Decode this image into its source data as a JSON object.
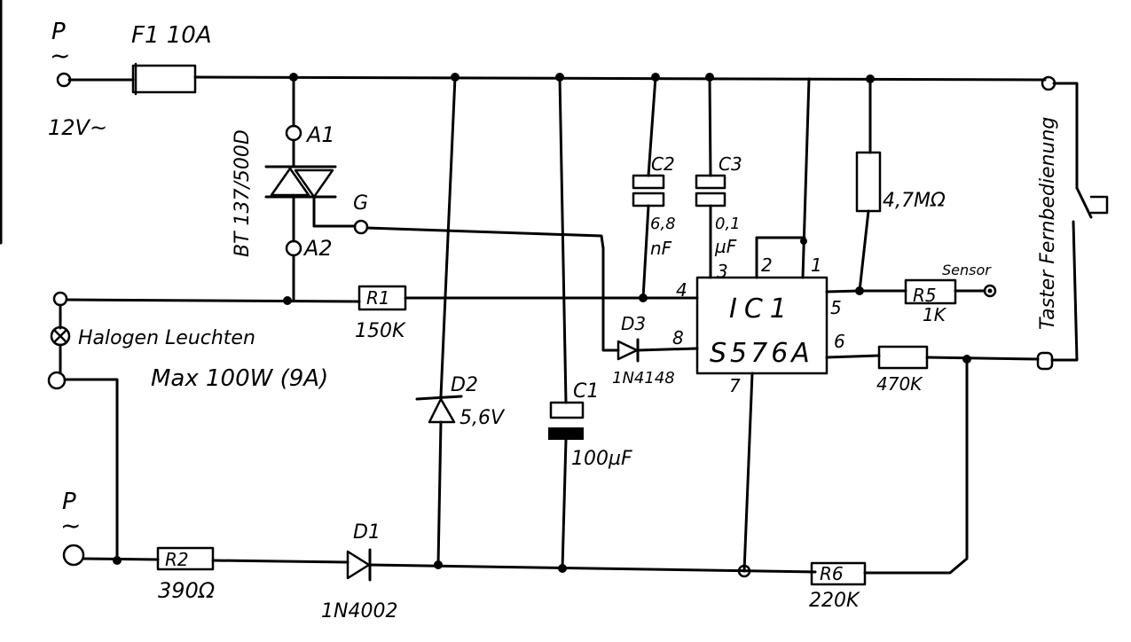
{
  "phase_top": "P",
  "tilde_top": "~",
  "fuse": "F1  10A",
  "supply": "12V~",
  "triac_type": "BT 137/500D",
  "a1": "A1",
  "a2": "A2",
  "gate": "G",
  "lamp_label": "Halogen Leuchten",
  "lamp_max": "Max 100W (9A)",
  "phase_bottom": "P",
  "tilde_bottom": "~",
  "r1_name": "R1",
  "r1_value": "150K",
  "r2_name": "R2",
  "r2_value": "390Ω",
  "d1_name": "D1",
  "d1_value": "1N4002",
  "d2_name": "D2",
  "d2_value": "5,6V",
  "d3_name": "D3",
  "d3_value": "1N4148",
  "c1_name": "C1",
  "c1_value": "100µF",
  "c2_name": "C2",
  "c2_value_a": "6,8",
  "c2_value_b": "nF",
  "c3_name": "C3",
  "c3_value_a": "0,1",
  "c3_value_b": "µF",
  "res_47m": "4,7MΩ",
  "ic_line1": "IC1",
  "ic_line2": "S576A",
  "pin1": "1",
  "pin2": "2",
  "pin3": "3",
  "pin4": "4",
  "pin5": "5",
  "pin6": "6",
  "pin7": "7",
  "pin8": "8",
  "sensor": "Sensor",
  "r5_name": "R5",
  "r5_value": "1K",
  "r4_value": "470K",
  "r6_name": "R6",
  "r6_value": "220K",
  "taster": "Taster Fernbedienung"
}
